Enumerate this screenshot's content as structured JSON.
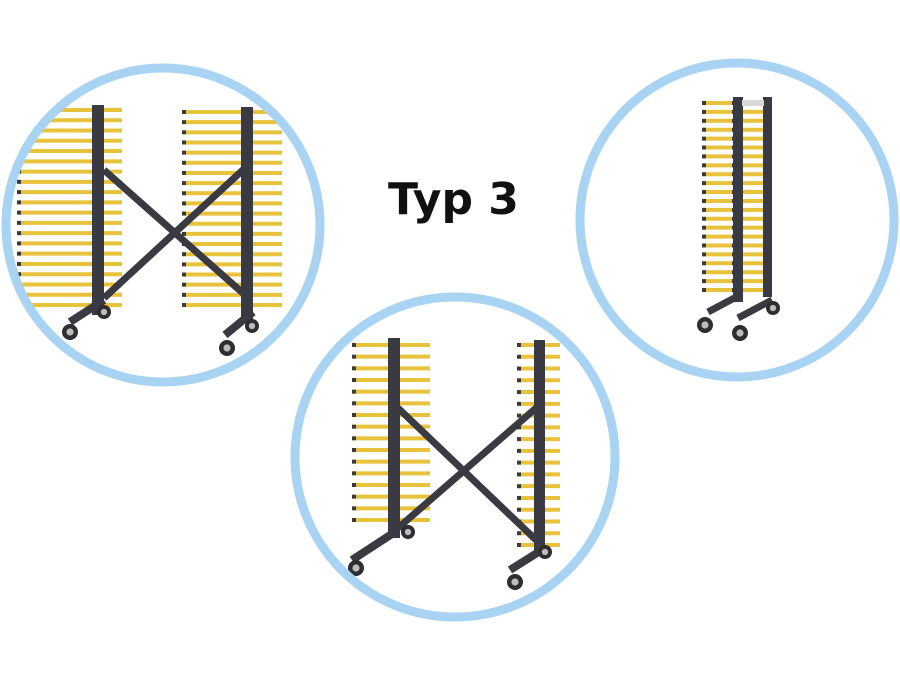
{
  "title": "Typ 3",
  "colors": {
    "ring": "#a9d3f2",
    "frame": "#3a3a42",
    "arm": "#e8c23a",
    "arm_tip": "#3a3a3a",
    "wheel": "#2e2e32",
    "background": "#ffffff"
  },
  "views": [
    {
      "name": "rack-view-front-angled",
      "icon": "drying-rack-front"
    },
    {
      "name": "rack-view-side",
      "icon": "drying-rack-side"
    },
    {
      "name": "rack-view-front",
      "icon": "drying-rack-front"
    }
  ]
}
